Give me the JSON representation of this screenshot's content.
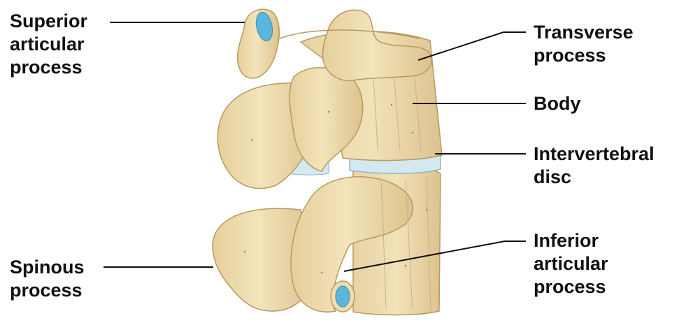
{
  "labels": {
    "superior_articular": [
      "Superior",
      "articular",
      "process"
    ],
    "transverse": [
      "Transverse",
      "process"
    ],
    "body": [
      "Body"
    ],
    "intervertebral_disc": [
      "Intervertebral",
      "disc"
    ],
    "spinous": [
      "Spinous",
      "process"
    ],
    "inferior_articular": [
      "Inferior",
      "articular",
      "process"
    ]
  },
  "colors": {
    "bone": "#efddb0",
    "bone_shadow": "#d7bd86",
    "bone_outline": "#b89a60",
    "disc": "#d4e8ef",
    "facet": "#5ab6dc",
    "leader": "#111111"
  }
}
